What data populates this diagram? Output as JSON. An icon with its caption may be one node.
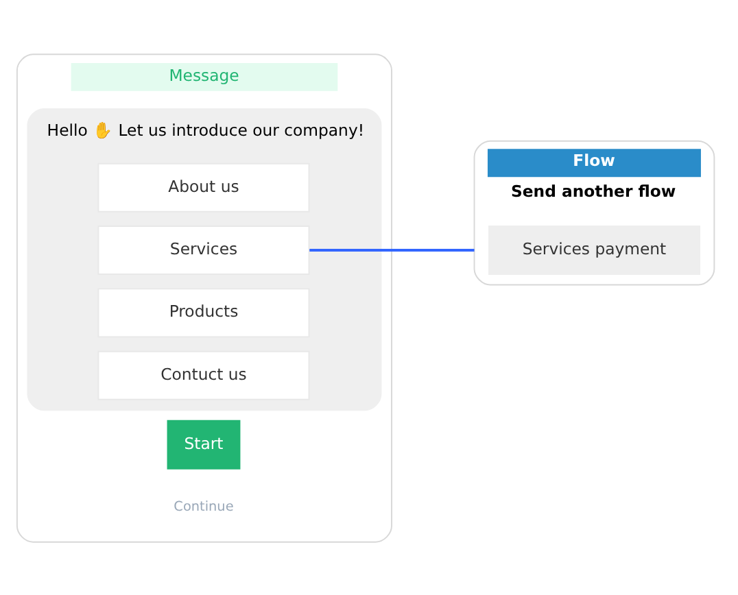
{
  "diagram": {
    "nodes": [
      {
        "text": [
          "Message"
        ],
        "beside": [
          "Start"
        ]
      },
      {
        "text": [
          "Hello ✋ Let us introduce our company!"
        ],
        "in": 0
      },
      {
        "text": [
          "About us"
        ],
        "in": 1
      },
      {
        "text": [
          "Services"
        ],
        "in": 1
      },
      {
        "text": [
          "Products"
        ],
        "in": 1
      },
      {
        "text": [
          "Contuct us"
        ],
        "in": 1
      },
      {
        "text": [
          "Continue"
        ],
        "in": 0
      },
      {
        "text": [
          "Flow",
          "Send another flow"
        ]
      },
      {
        "text": [
          "Services payment"
        ],
        "in": 7
      }
    ],
    "edges": [
      {
        "from": 3,
        "to": 7,
        "arrow": "none",
        "color": "#3366ff"
      }
    ]
  }
}
